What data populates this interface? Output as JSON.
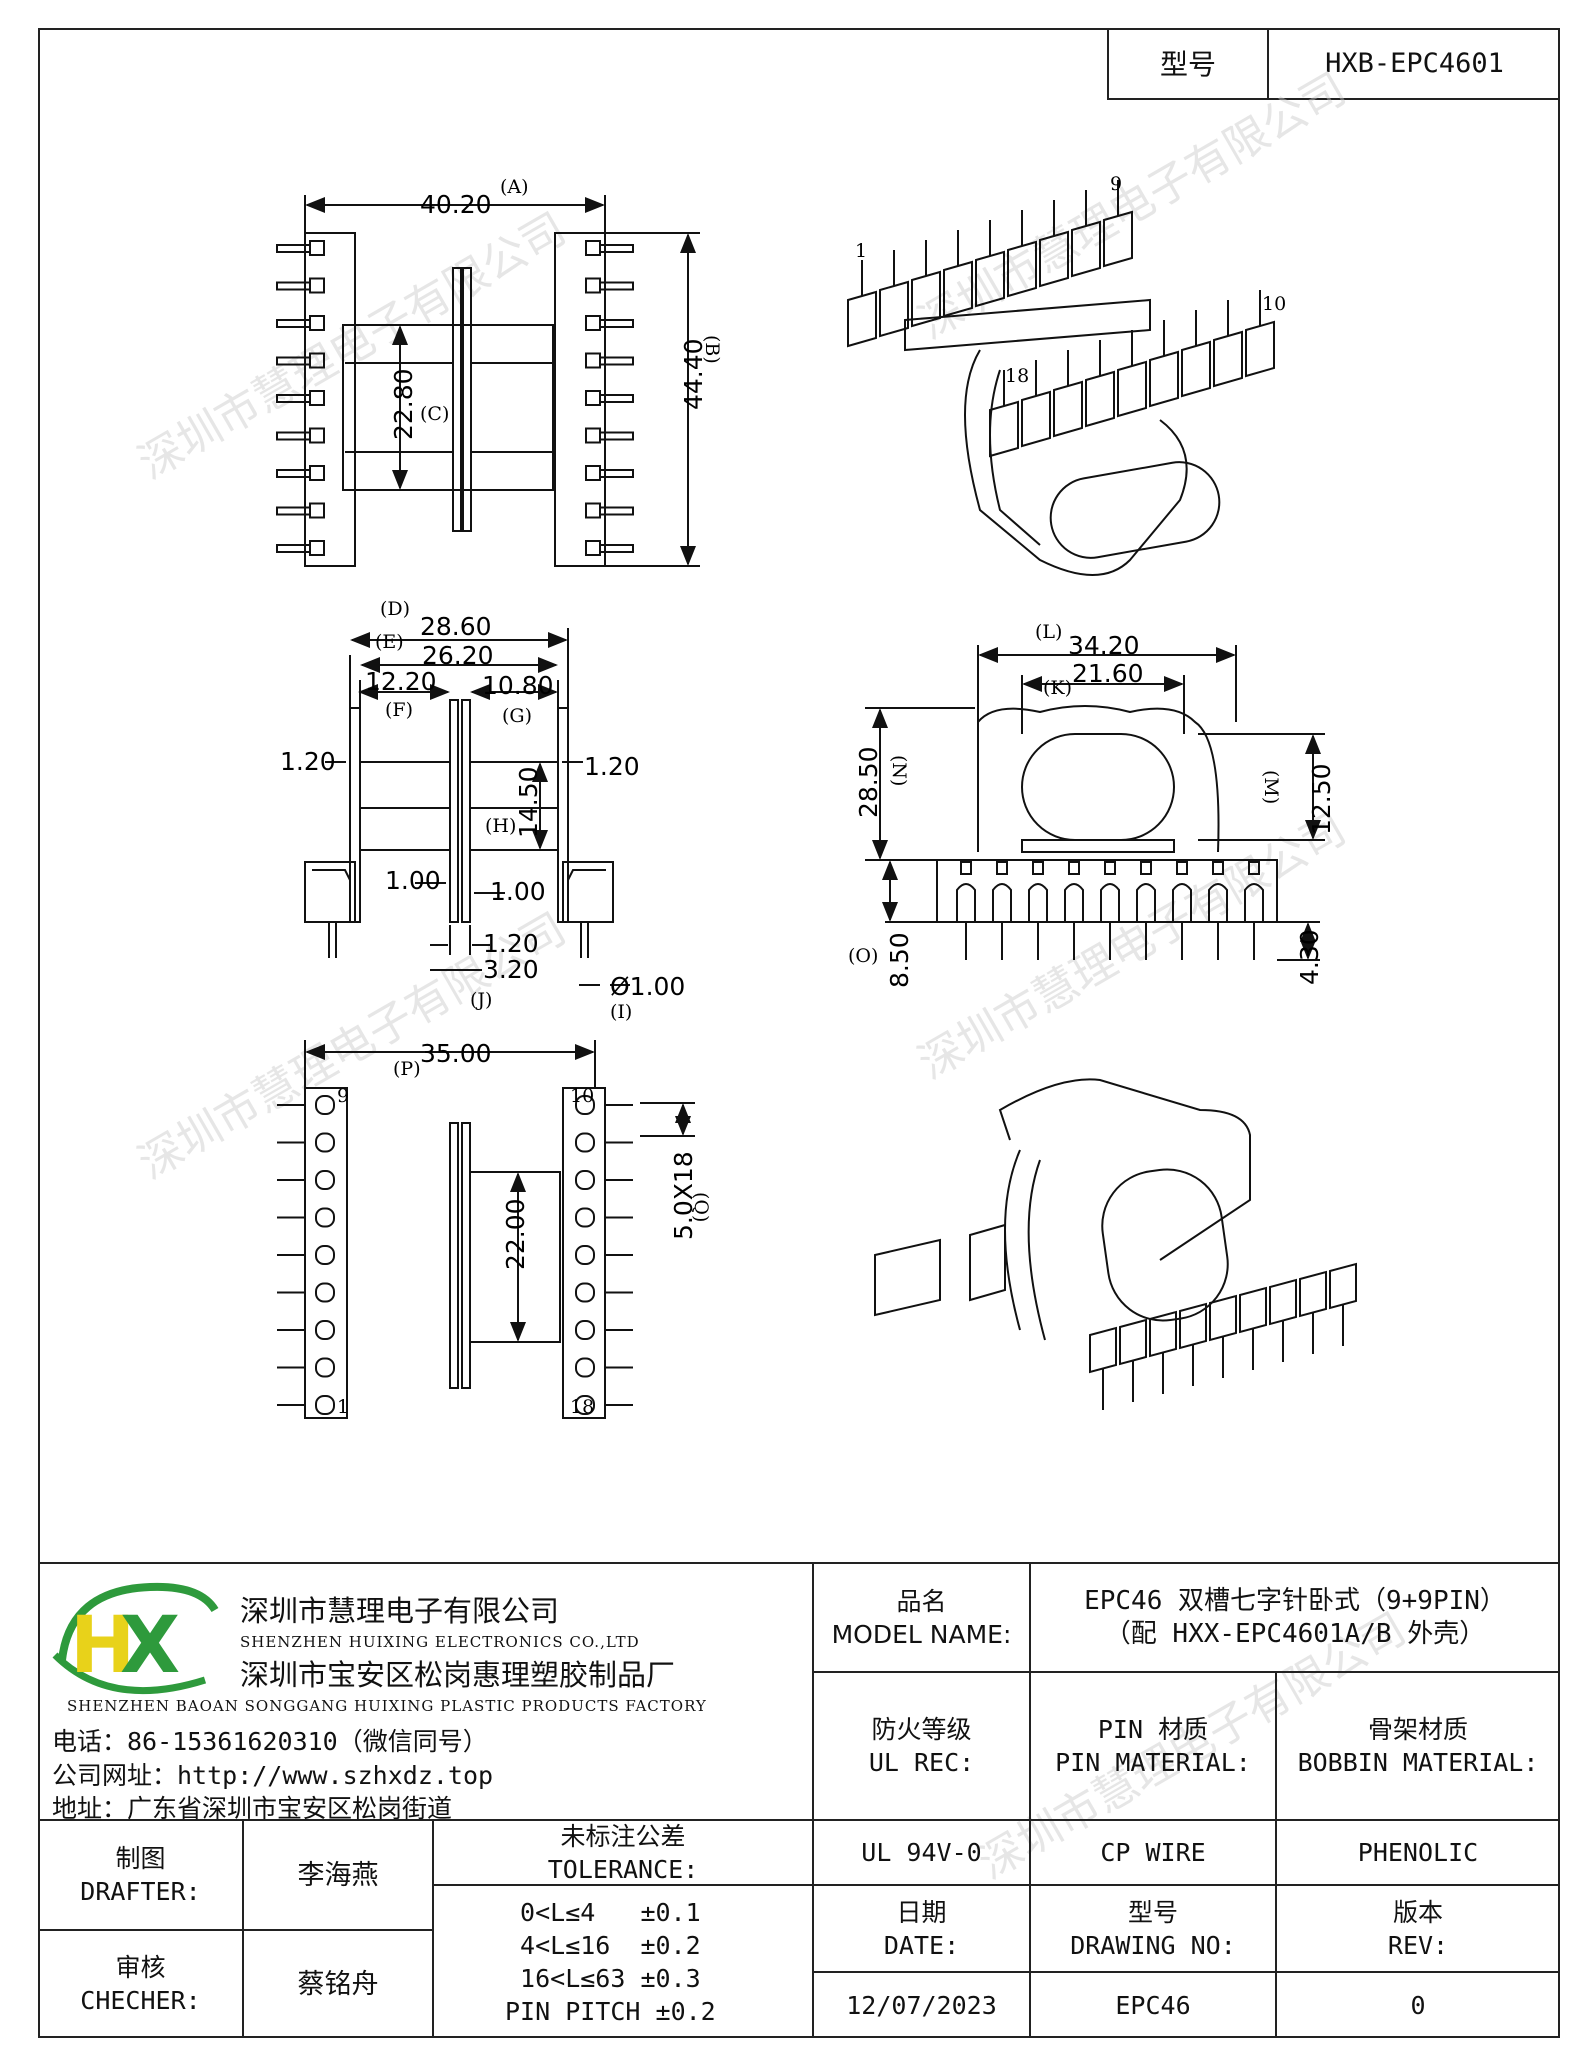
{
  "title_block": {
    "model_label": "型号",
    "model_value": "HXB-EPC4601"
  },
  "company": {
    "name_cn": "深圳市慧理电子有限公司",
    "name_en": "SHENZHEN HUIXING ELECTRONICS CO.,LTD",
    "factory_cn": "深圳市宝安区松岗惠理塑胶制品厂",
    "factory_en": "SHENZHEN BAOAN SONGGANG HUIXING PLASTIC PRODUCTS FACTORY",
    "phone": "电话：86-15361620310（微信同号）",
    "website": "公司网址：http://www.szhxdz.top",
    "address": "地址：广东省深圳市宝安区松岗街道",
    "logo_text": "HX",
    "logo_colors": {
      "h": "#e8d21a",
      "x": "#2e9a3c",
      "swoosh": "#2e9a3c"
    }
  },
  "watermark": "深圳市慧理电子有限公司",
  "spec_table": {
    "product_label": "品名\nMODEL NAME:",
    "product_value": "EPC46 双槽七字针卧式（9+9PIN）\n（配 HXX-EPC4601A/B 外壳）",
    "fire_label": "防火等级\nUL REC:",
    "pin_label": "PIN 材质\nPIN MATERIAL:",
    "bobbin_label": "骨架材质\nBOBBIN MATERIAL:",
    "fire_value": "UL 94V-0",
    "pin_value": "CP WIRE",
    "bobbin_value": "PHENOLIC",
    "date_label": "日期\nDATE:",
    "drawing_label": "型号\nDRAWING NO:",
    "rev_label": "版本\nREV:",
    "date_value": "12/07/2023",
    "drawing_value": "EPC46",
    "rev_value": "0",
    "drafter_label": "制图\nDRAFTER:",
    "drafter_value": "李海燕",
    "checker_label": "审核\nCHECHER:",
    "checker_value": "蔡铭舟",
    "tolerance_label": "未标注公差\nTOLERANCE:",
    "tolerance_values": "0<L≤4   ±0.1\n4<L≤16  ±0.2\n16<L≤63 ±0.3\nPIN PITCH ±0.2"
  },
  "dimensions": {
    "a": "40.20",
    "a_tag": "(A)",
    "b": "44.40",
    "b_tag": "(B)",
    "c": "22.80",
    "c_tag": "(C)",
    "d": "28.60",
    "d_tag": "(D)",
    "e": "26.20",
    "e_tag": "(E)",
    "f": "12.20",
    "f_tag": "(F)",
    "g": "10.80",
    "g_tag": "(G)",
    "h": "14.50",
    "h_tag": "(H)",
    "w1": "1.20",
    "w2": "1.20",
    "t1": "1.00",
    "t2": "1.00",
    "j1": "1.20",
    "j2": "3.20",
    "j_tag": "(J)",
    "i": "Ø1.00",
    "i_tag": "(I)",
    "l": "34.20",
    "l_tag": "(L)",
    "k": "21.60",
    "k_tag": "(K)",
    "n": "28.50",
    "n_tag": "(N)",
    "m": "12.50",
    "m_tag": "(M)",
    "o": "8.50",
    "o_tag": "(O)",
    "pin_len": "4.30",
    "p": "35.00",
    "p_tag": "(P)",
    "q": "5.0X18",
    "q_tag": "(Q)",
    "r": "22.00"
  },
  "pin_numbers": {
    "p1": "1",
    "p9": "9",
    "p10": "10",
    "p18": "18"
  }
}
